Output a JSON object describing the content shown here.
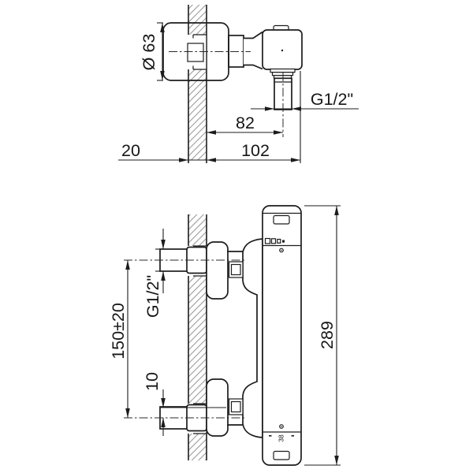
{
  "top_view": {
    "diameter": "Ø 63",
    "thread": "G1/2\"",
    "offset_82": "82",
    "wall_20": "20",
    "depth_102": "102"
  },
  "front_view": {
    "thread": "G1/2\"",
    "spacing": "150±20",
    "eccentric": "10",
    "length": "289",
    "temp": "38"
  },
  "colors": {
    "line": "#1c1c1c",
    "hatch": "#9b9b9b",
    "background": "#ffffff"
  }
}
